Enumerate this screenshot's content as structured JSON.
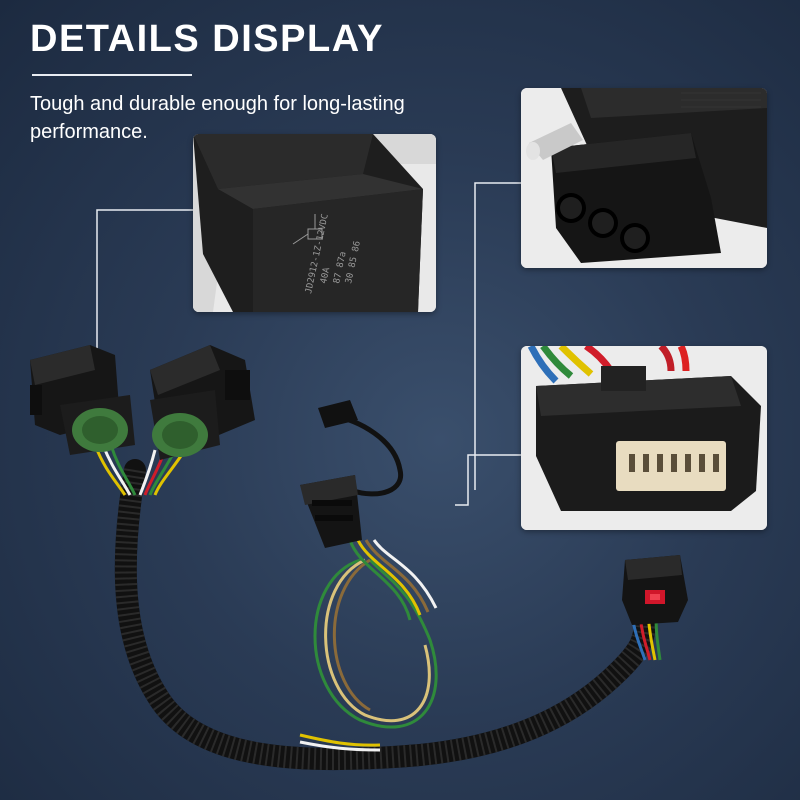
{
  "heading": "DETAILS DISPLAY",
  "subtitle": "Tough and durable enough for long-lasting performance.",
  "relay_markings": {
    "part": "JD2912-1Z-12VDC",
    "rating": "40A",
    "contacts": "87  87a",
    "pins": "30  85  86"
  },
  "colors": {
    "background": "#2a3b55",
    "heading": "#ffffff",
    "callout_line": "#e8ecf2",
    "connector_body": "#1a1a1a",
    "seal_green": "#3f7a3d"
  }
}
